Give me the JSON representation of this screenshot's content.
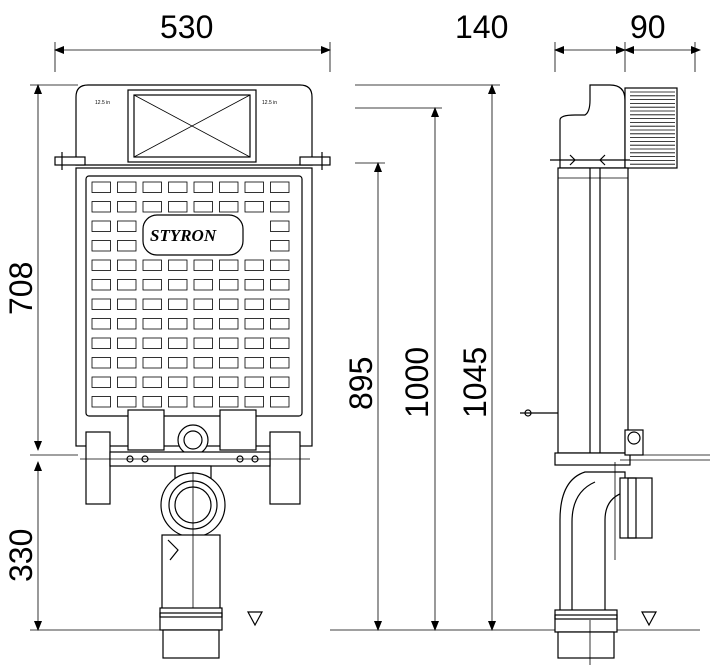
{
  "dimensions": {
    "width_front": "530",
    "depth_side_a": "140",
    "depth_side_b": "90",
    "height_frame": "708",
    "height_lower": "330",
    "height_895": "895",
    "height_1000": "1000",
    "height_1045": "1045"
  },
  "logo": {
    "brand": "STYRON"
  },
  "small_labels": {
    "left": "12.5 in",
    "right": "12.5 in"
  }
}
